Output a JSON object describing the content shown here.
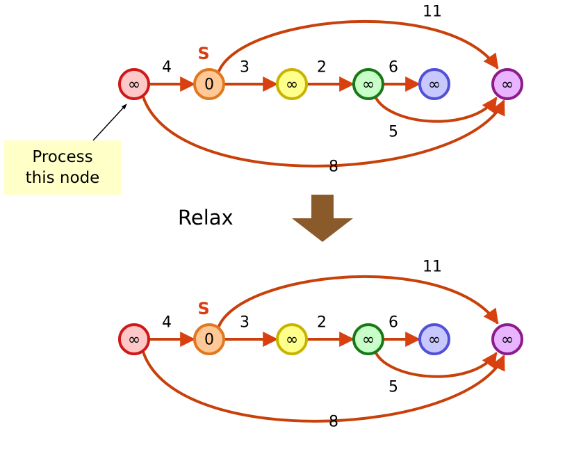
{
  "colors": {
    "edge": "#c8400a",
    "arrowhead": "#d84010",
    "source_label": "#d83c10",
    "callout_bg": "#ffffc8",
    "big_arrow": "#8b5a2b"
  },
  "diagram": {
    "source_label": "S",
    "node_values": [
      "∞",
      "0",
      "∞",
      "∞",
      "∞",
      "∞"
    ],
    "node_styles": [
      {
        "fill": "#ffc8c8",
        "stroke": "#d01818"
      },
      {
        "fill": "#ffc896",
        "stroke": "#e07820"
      },
      {
        "fill": "#ffff8c",
        "stroke": "#c8b400"
      },
      {
        "fill": "#c8ffc8",
        "stroke": "#187818"
      },
      {
        "fill": "#c8c8ff",
        "stroke": "#5050d8"
      },
      {
        "fill": "#e8b4ff",
        "stroke": "#8c1c8c"
      }
    ],
    "edge_weights": {
      "a_to_s": "4",
      "s_to_c": "3",
      "c_to_d": "2",
      "d_to_e": "6",
      "d_to_f": "5",
      "a_to_f": "8",
      "s_to_f": "11"
    }
  },
  "callout": {
    "line1": "Process",
    "line2": "this node"
  },
  "relax_label": "Relax"
}
